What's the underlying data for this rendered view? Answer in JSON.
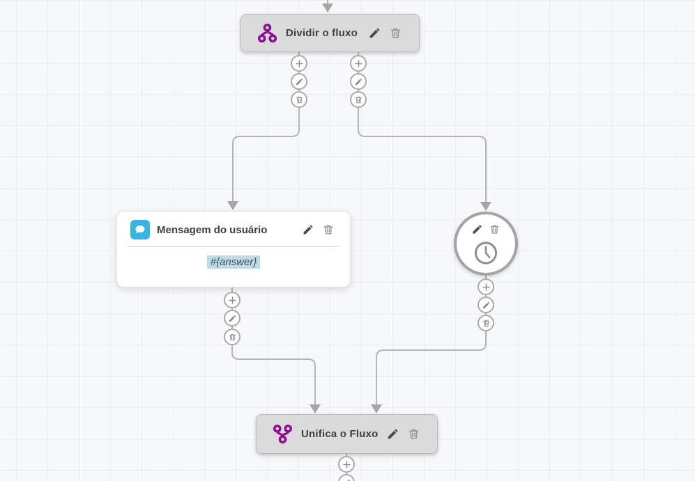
{
  "canvas": {
    "background_color": "#f7f8fa",
    "grid_color": "#e9ecf3"
  },
  "colors": {
    "accent_purple": "#8e0d96",
    "message_blue": "#33b6e6",
    "variable_highlight_blue": "#bcdcec",
    "connector_gray": "#b4b4b4",
    "node_gray": "#dbdbdb"
  },
  "nodes": {
    "split": {
      "title": "Dividir o fluxo",
      "icon": "split-flow-icon"
    },
    "user_message": {
      "title": "Mensagem do usuário",
      "icon": "chat-bubble-icon",
      "body_value": "#{answer}"
    },
    "timer": {
      "icon": "clock-icon"
    },
    "merge": {
      "title": "Unifica o Fluxo",
      "icon": "merge-flow-icon"
    }
  },
  "port_buttons": {
    "add": "add",
    "edit": "edit",
    "delete": "delete"
  }
}
